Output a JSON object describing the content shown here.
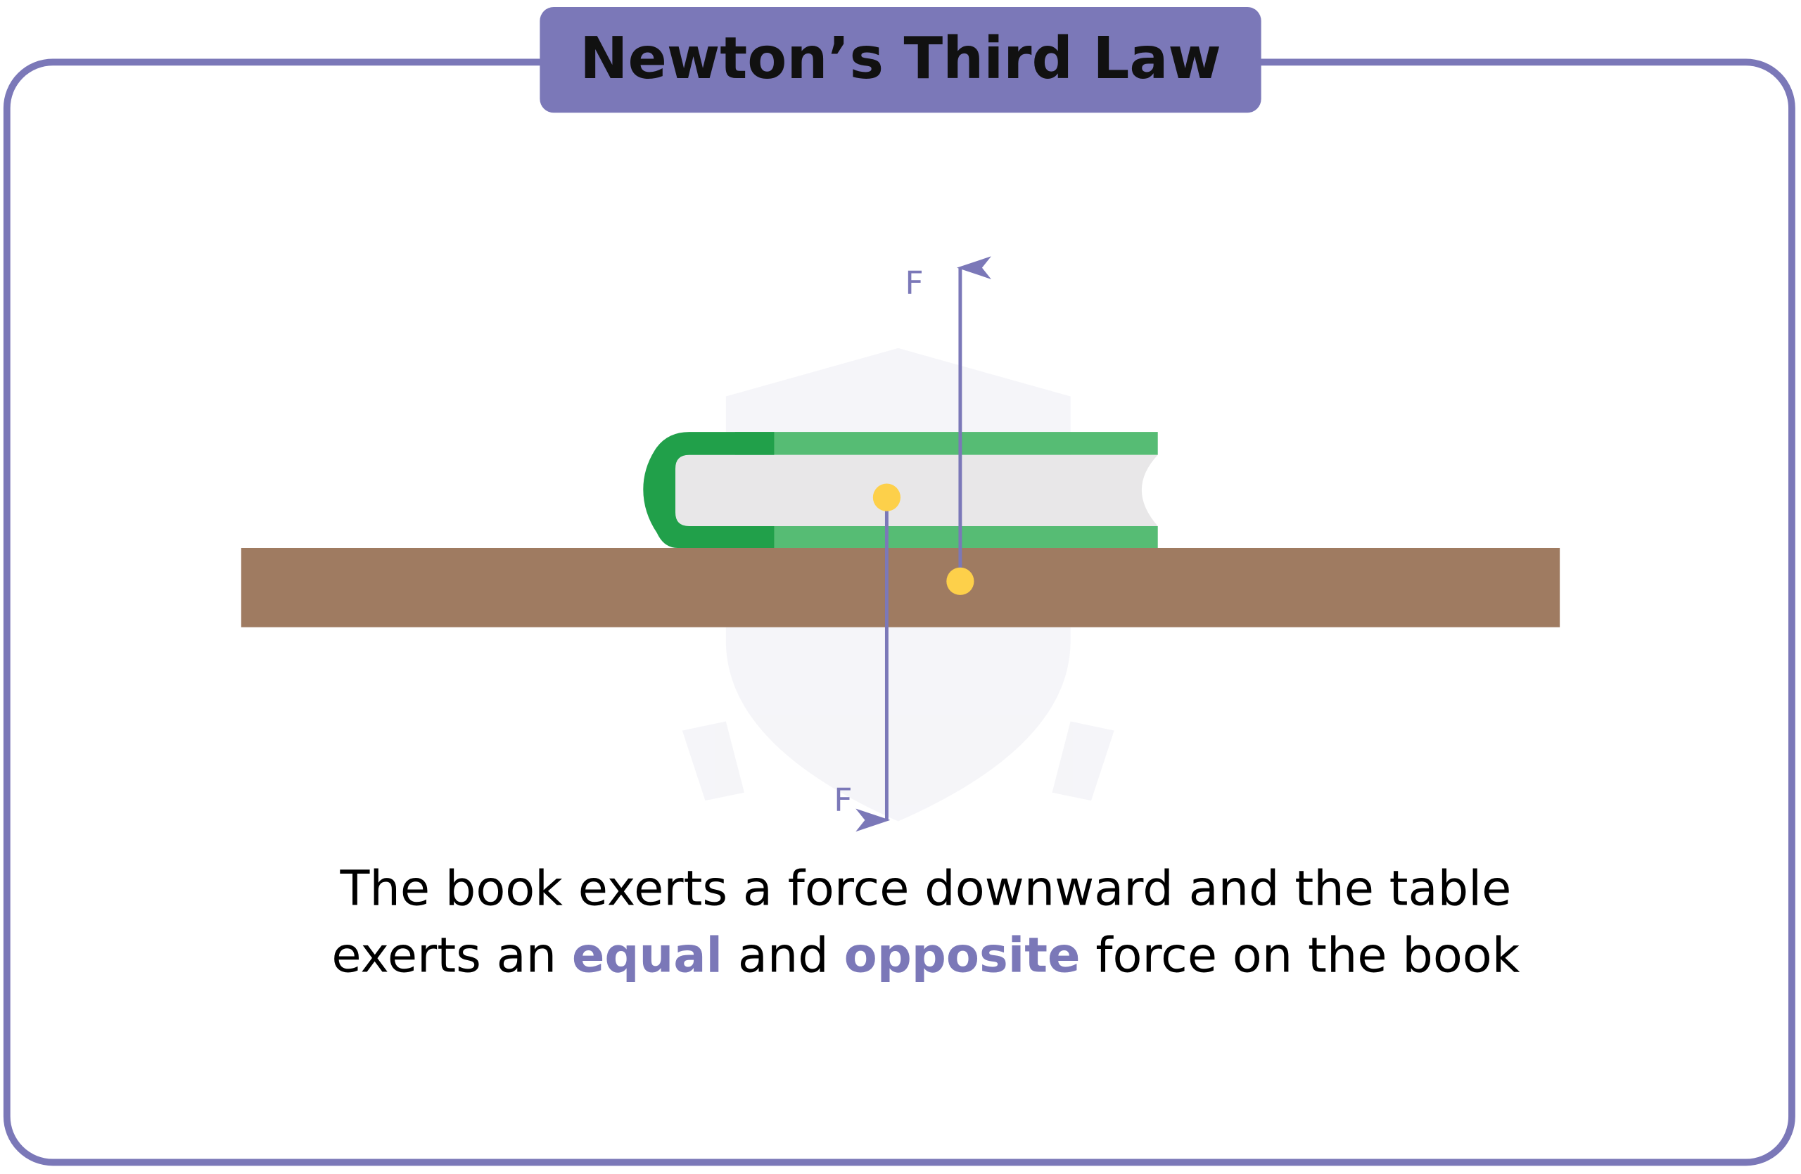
{
  "title": "Newton’s Third Law",
  "force_labels": {
    "upward": "F",
    "downward": "F"
  },
  "caption": {
    "line1": "The book exerts a force downward and the table",
    "line2_a": "exerts an ",
    "line2_equal": "equal",
    "line2_b": " and ",
    "line2_opposite": "opposite",
    "line2_c": " force on the book"
  },
  "colors": {
    "frame": "#7b78b8",
    "book_spine": "#21a04a",
    "book_cover": "#56bc74",
    "pages": "#e8e7e8",
    "table": "#9f7b61",
    "point": "#fdd04a",
    "arrow": "#7b78b8"
  }
}
